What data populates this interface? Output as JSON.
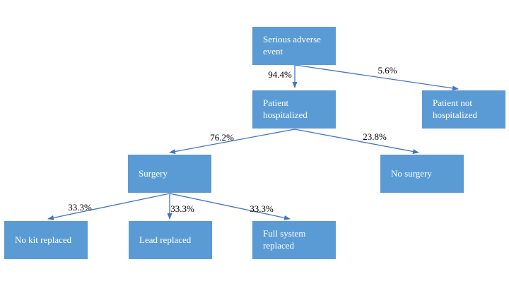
{
  "colors": {
    "node_fill": "#5B9BD5",
    "node_text": "#FFFFFF",
    "arrow": "#4472C4",
    "edge_label_text": "#000000",
    "background": "#FFFFFF"
  },
  "diagram": {
    "type": "decision-tree-flowchart",
    "nodes": {
      "serious_adverse_event": {
        "label": "Serious adverse event"
      },
      "patient_hospitalized": {
        "label": "Patient hospitalized"
      },
      "patient_not_hospitalized": {
        "label": "Patient not hospitalized"
      },
      "surgery": {
        "label": "Surgery"
      },
      "no_surgery": {
        "label": "No surgery"
      },
      "no_kit_replaced": {
        "label": "No kit replaced"
      },
      "lead_replaced": {
        "label": "Lead replaced"
      },
      "full_system_replaced": {
        "label": "Full system replaced"
      }
    },
    "edges": {
      "serious_to_hospitalized": {
        "from": "serious_adverse_event",
        "to": "patient_hospitalized",
        "label": "94.4%"
      },
      "serious_to_not_hospitalized": {
        "from": "serious_adverse_event",
        "to": "patient_not_hospitalized",
        "label": "5.6%"
      },
      "hospitalized_to_surgery": {
        "from": "patient_hospitalized",
        "to": "surgery",
        "label": "76.2%"
      },
      "hospitalized_to_no_surgery": {
        "from": "patient_hospitalized",
        "to": "no_surgery",
        "label": "23.8%"
      },
      "surgery_to_no_kit_replaced": {
        "from": "surgery",
        "to": "no_kit_replaced",
        "label": "33.3%"
      },
      "surgery_to_lead_replaced": {
        "from": "surgery",
        "to": "lead_replaced",
        "label": "33.3%"
      },
      "surgery_to_full_system_replaced": {
        "from": "surgery",
        "to": "full_system_replaced",
        "label": "33.3%"
      }
    }
  }
}
